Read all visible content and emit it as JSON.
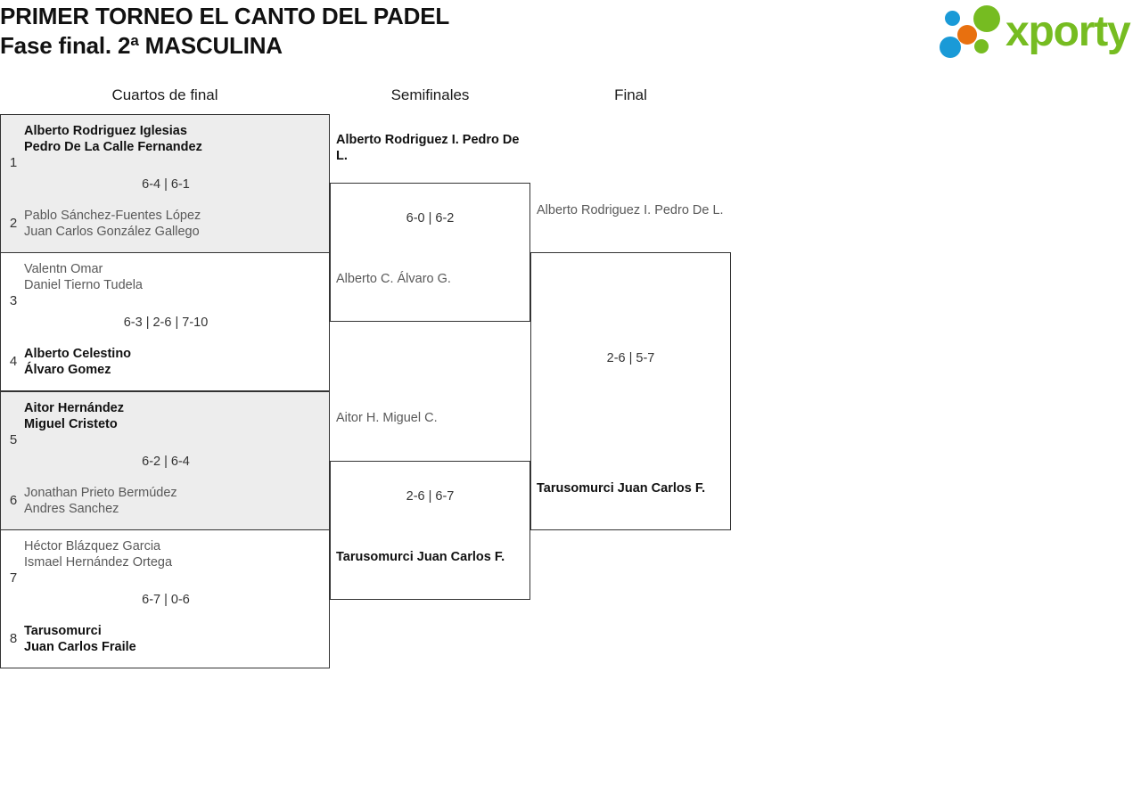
{
  "header": {
    "title_line1": "PRIMER TORNEO EL CANTO DEL PADEL",
    "title_line2": "Fase final. 2ª MASCULINA",
    "logo": {
      "wordmark": "xporty",
      "icon_name": "xporty-dots-logo",
      "colors": {
        "green": "#76bc21",
        "blue": "#1a9ad7",
        "orange": "#e8700f"
      }
    }
  },
  "rounds": [
    {
      "id": "qf",
      "label": "Cuartos de final"
    },
    {
      "id": "sf",
      "label": "Semifinales"
    },
    {
      "id": "f",
      "label": "Final"
    }
  ],
  "quarterfinals": [
    {
      "seed_top": "1",
      "top": {
        "p1": "Alberto Rodriguez Iglesias",
        "p2": "Pedro De La Calle Fernandez",
        "result": "winner"
      },
      "score": "6-4 | 6-1",
      "seed_bot": "2",
      "bottom": {
        "p1": "Pablo Sánchez-Fuentes López",
        "p2": "Juan Carlos González Gallego",
        "result": "loser"
      }
    },
    {
      "seed_top": "3",
      "top": {
        "p1": "Valentn Omar",
        "p2": "Daniel Tierno Tudela",
        "result": "loser"
      },
      "score": "6-3 | 2-6 | 7-10",
      "seed_bot": "4",
      "bottom": {
        "p1": "Alberto Celestino",
        "p2": "Álvaro Gomez",
        "result": "winner"
      }
    },
    {
      "seed_top": "5",
      "top": {
        "p1": "Aitor Hernández",
        "p2": "Miguel Cristeto",
        "result": "winner"
      },
      "score": "6-2 | 6-4",
      "seed_bot": "6",
      "bottom": {
        "p1": "Jonathan Prieto Bermúdez",
        "p2": "Andres Sanchez",
        "result": "loser"
      }
    },
    {
      "seed_top": "7",
      "top": {
        "p1": "Héctor Blázquez Garcia",
        "p2": "Ismael Hernández Ortega",
        "result": "loser"
      },
      "score": "6-7 | 0-6",
      "seed_bot": "8",
      "bottom": {
        "p1": "Tarusomurci",
        "p2": "Juan Carlos Fraile",
        "result": "winner"
      }
    }
  ],
  "semifinals": [
    {
      "top": {
        "p1": "Alberto Rodriguez I.",
        "p2": "Pedro De L.",
        "result": "winner"
      },
      "score": "6-0 | 6-2",
      "bottom": {
        "p1": "Alberto C.",
        "p2": "Álvaro G.",
        "result": "loser"
      }
    },
    {
      "top": {
        "p1": "Aitor H.",
        "p2": "Miguel C.",
        "result": "loser"
      },
      "score": "2-6 | 6-7",
      "bottom": {
        "p1": "Tarusomurci",
        "p2": "Juan Carlos F.",
        "result": "winner"
      }
    }
  ],
  "final": {
    "top": {
      "p1": "Alberto Rodriguez I.",
      "p2": "Pedro De L.",
      "result": "loser"
    },
    "score": "2-6 | 5-7",
    "bottom": {
      "p1": "Tarusomurci",
      "p2": "Juan Carlos F.",
      "result": "winner"
    }
  }
}
